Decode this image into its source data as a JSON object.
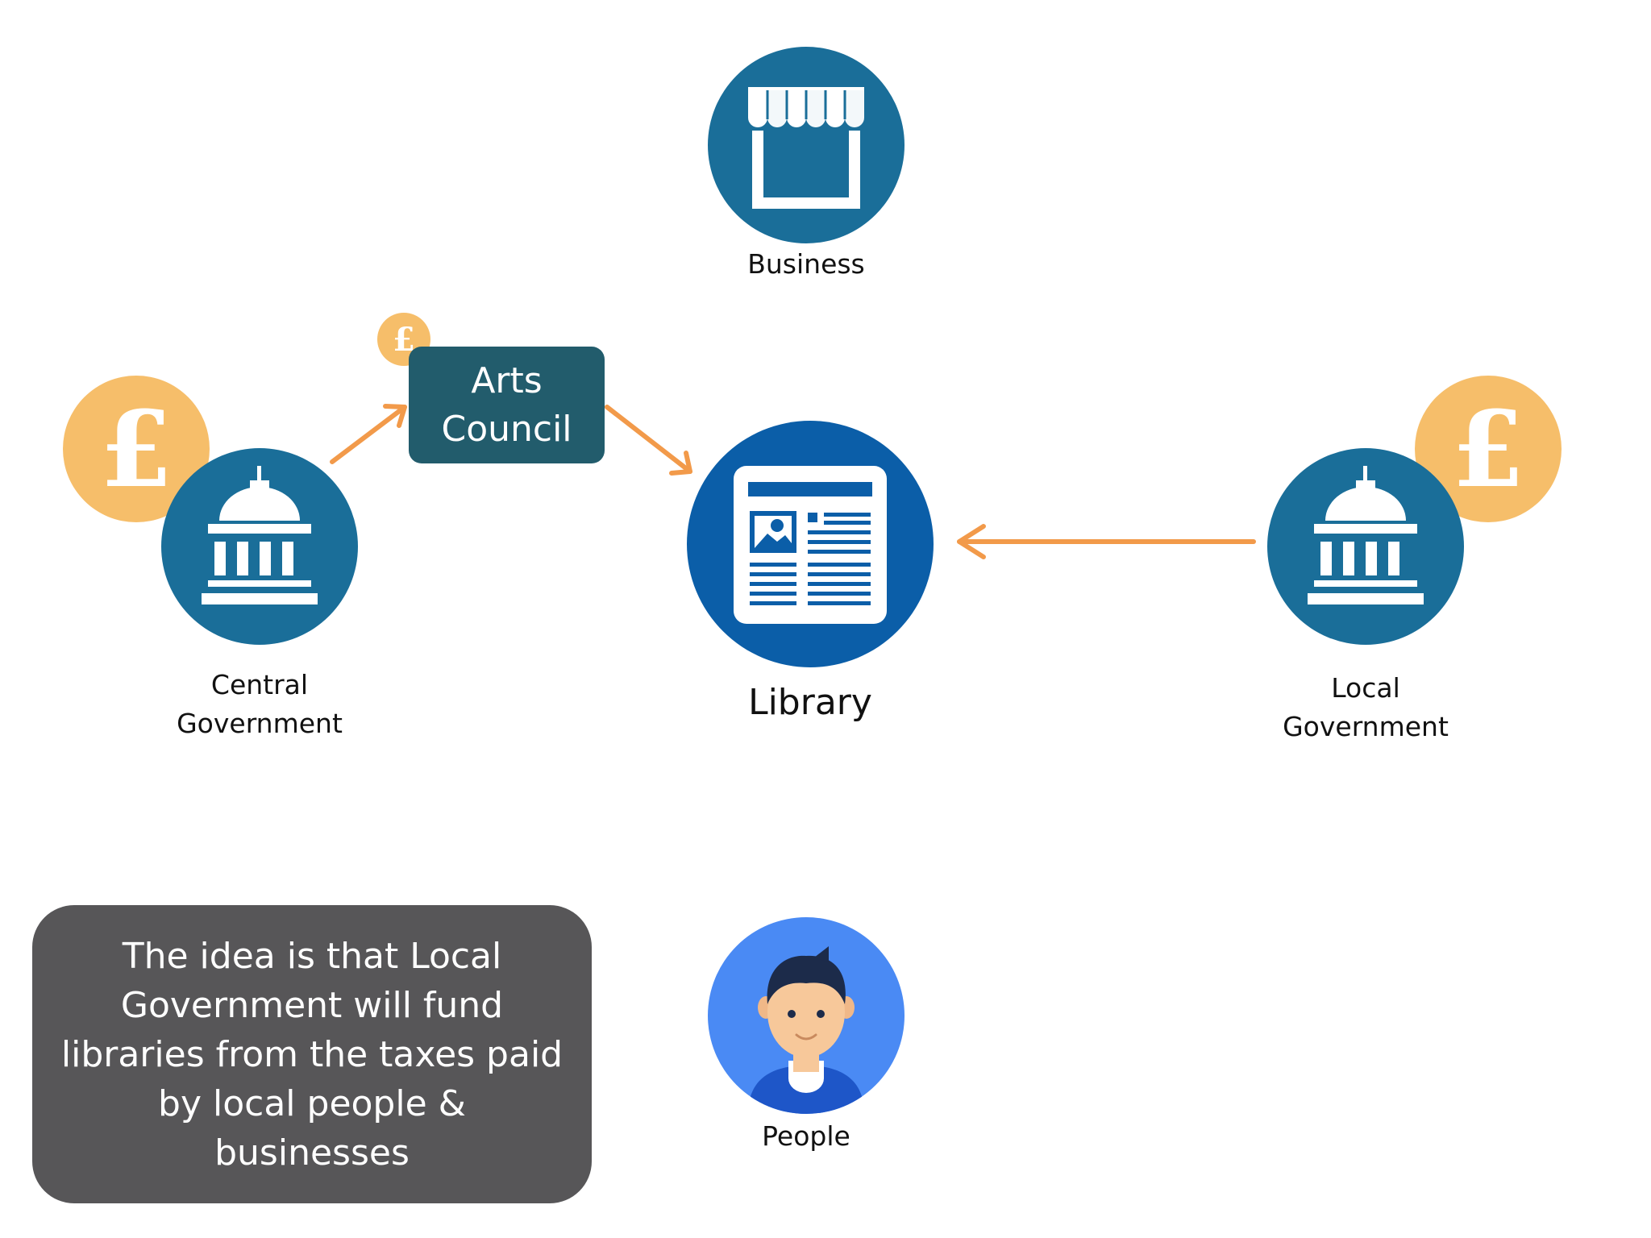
{
  "nodes": {
    "business": {
      "label": "Business"
    },
    "arts_council": {
      "line1": "Arts",
      "line2": "Council"
    },
    "central_government": {
      "line1": "Central",
      "line2": "Government"
    },
    "library": {
      "label": "Library"
    },
    "local_government": {
      "line1": "Local",
      "line2": "Government"
    },
    "people": {
      "label": "People"
    }
  },
  "note": {
    "text": "The idea is that Local Government will fund libraries from the taxes paid by local people & businesses"
  },
  "currency_symbol": "£",
  "colors": {
    "icon_teal": "#1a6e99",
    "library_blue": "#0b5ea8",
    "people_blue": "#4a8af4",
    "arrow_orange": "#f29a4a",
    "coin_gold": "#f6be6a",
    "arts_box": "#225c6c",
    "note_box": "#575658"
  }
}
